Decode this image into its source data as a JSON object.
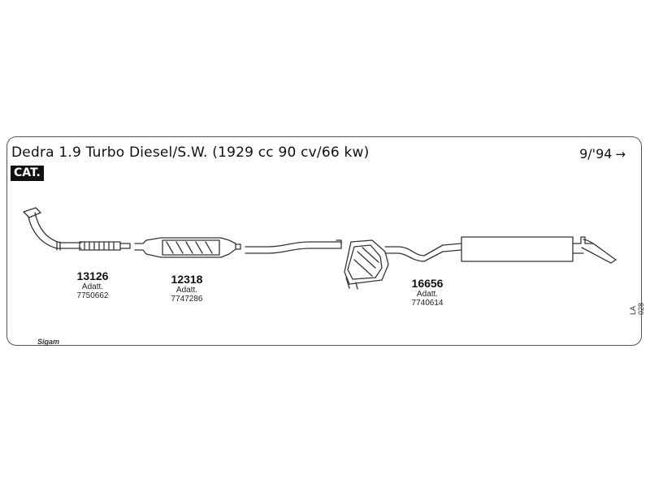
{
  "header": {
    "title": "Dedra 1.9 Turbo Diesel/S.W. (1929 cc 90 cv/66 kw)",
    "date": "9/'94",
    "arrow": "→",
    "badge": "CAT."
  },
  "parts": [
    {
      "number": "13126",
      "label": "Adatt.",
      "ref": "7750662"
    },
    {
      "number": "12318",
      "label": "Adatt.",
      "ref": "7747286"
    },
    {
      "number": "16656",
      "label": "Adatt.",
      "ref": "7740614"
    }
  ],
  "footer": {
    "code": "LA 028",
    "brand": "Sigam"
  }
}
